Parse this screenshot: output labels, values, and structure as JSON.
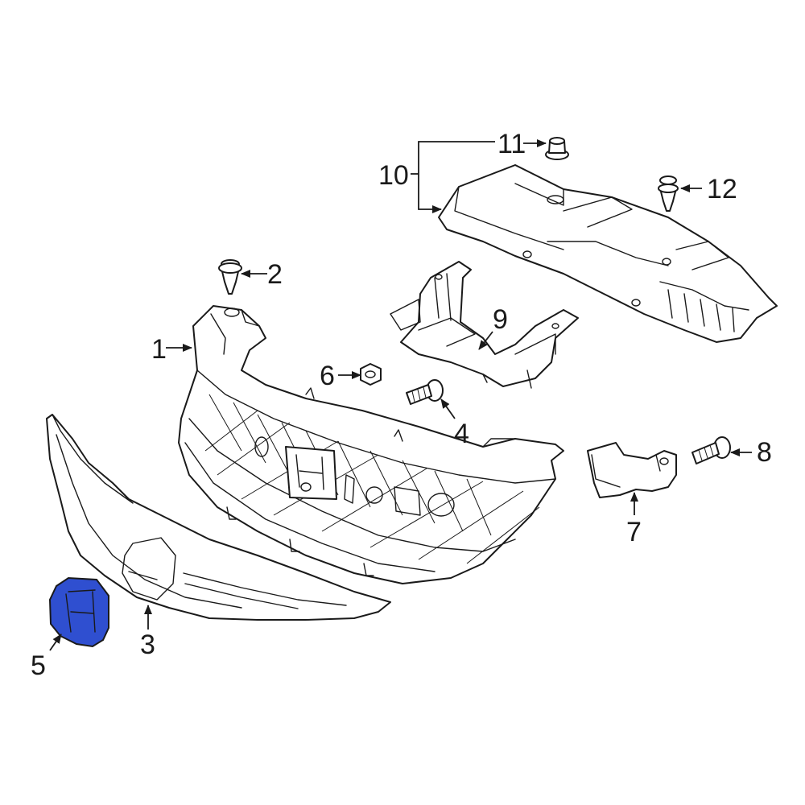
{
  "highlight_color": "#2f4fd0",
  "line_color": "#1a1a1a",
  "callouts": [
    {
      "id": "1",
      "label": "1"
    },
    {
      "id": "2",
      "label": "2"
    },
    {
      "id": "3",
      "label": "3"
    },
    {
      "id": "4",
      "label": "4"
    },
    {
      "id": "5",
      "label": "5"
    },
    {
      "id": "6",
      "label": "6"
    },
    {
      "id": "7",
      "label": "7"
    },
    {
      "id": "8",
      "label": "8"
    },
    {
      "id": "9",
      "label": "9"
    },
    {
      "id": "10",
      "label": "10"
    },
    {
      "id": "11",
      "label": "11"
    },
    {
      "id": "12",
      "label": "12"
    }
  ]
}
